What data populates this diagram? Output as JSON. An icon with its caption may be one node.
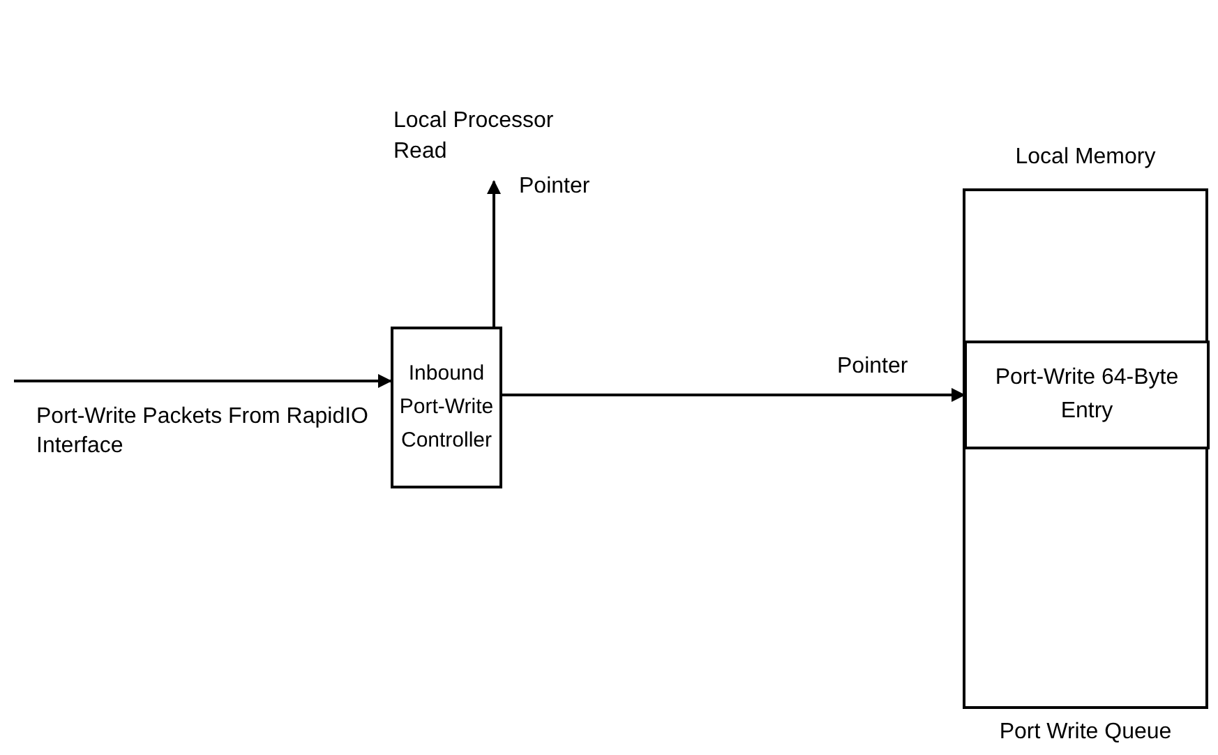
{
  "diagram": {
    "nodes": [
      {
        "text": [
          "Inbound Port-Write Controller"
        ]
      },
      {
        "text": [
          "Local Processor Read"
        ]
      },
      {
        "text": [
          "Local Memory"
        ],
        "beside": [
          "Port Write Queue"
        ]
      },
      {
        "text": [
          "Port-Write 64-Byte Entry"
        ],
        "in": 2
      }
    ],
    "edges": [
      {
        "from": null,
        "to": 0,
        "arrow": "to",
        "label": "Port-Write Packets From RapidIO Interface"
      },
      {
        "from": 0,
        "to": 1,
        "arrow": "to",
        "label": "Pointer"
      },
      {
        "from": 0,
        "to": 3,
        "arrow": "to",
        "label": "Pointer"
      }
    ]
  }
}
